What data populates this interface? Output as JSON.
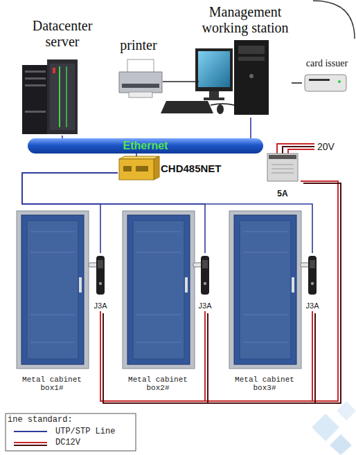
{
  "diagram": {
    "nodes": [
      {
        "text": [
          "Datacenter server"
        ]
      },
      {
        "text": [
          "printer"
        ]
      },
      {
        "text": [
          "Management working station"
        ]
      },
      {
        "text": [
          "card issuer"
        ]
      },
      {
        "text": [
          "Ethernet"
        ]
      },
      {
        "text": [
          "CHD485NET"
        ]
      },
      {
        "text": [
          "5A"
        ]
      },
      {
        "text": [
          "Metal cabinet box1#"
        ]
      },
      {
        "text": [
          "J3A"
        ]
      },
      {
        "text": [
          "Metal cabinet box2#"
        ]
      },
      {
        "text": [
          "J3A"
        ]
      },
      {
        "text": [
          "Metal cabinet box3#"
        ]
      },
      {
        "text": [
          "J3A"
        ]
      }
    ],
    "edges": [
      {
        "from": 0,
        "to": 4,
        "arrow": "none"
      },
      {
        "from": 1,
        "to": 2,
        "arrow": "none"
      },
      {
        "from": 3,
        "to": 2,
        "arrow": "none"
      },
      {
        "from": 2,
        "to": 4,
        "arrow": "none"
      },
      {
        "from": 4,
        "to": 5,
        "arrow": "none"
      },
      {
        "from": 5,
        "to": 8,
        "arrow": "none"
      },
      {
        "from": 5,
        "to": 10,
        "arrow": "none"
      },
      {
        "from": 5,
        "to": 12,
        "arrow": "none"
      },
      {
        "from": 6,
        "to": 8,
        "arrow": "none"
      },
      {
        "from": 6,
        "to": 10,
        "arrow": "none"
      },
      {
        "from": 6,
        "to": 12,
        "arrow": "none"
      }
    ],
    "labels": [
      "20V",
      "ine standard:"
    ],
    "legend": [
      {
        "text": "UTP/STP Line"
      },
      {
        "text": "DC12V"
      }
    ]
  }
}
